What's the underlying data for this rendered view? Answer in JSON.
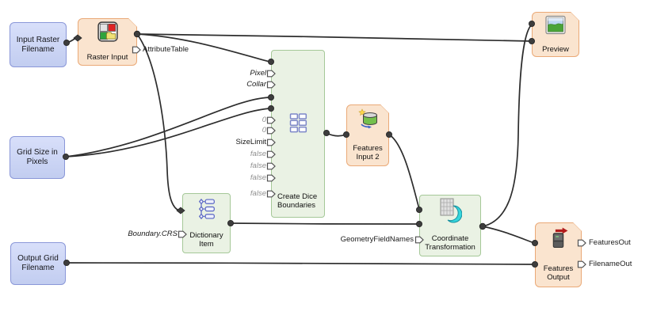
{
  "palette": {
    "source_box_fill": "#c9d3f2",
    "source_box_border": "#8a97d8",
    "io_node_fill": "#fae4cf",
    "io_node_border": "#eaa977",
    "transformer_node_fill": "#eaf2e4",
    "transformer_node_border": "#a5c898",
    "wire": "#2d2d2d"
  },
  "boxes": {
    "inputRasterFilename": {
      "label": "Input Raster\nFilename"
    },
    "gridSizeInPixels": {
      "label": "Grid Size in\nPixels"
    },
    "outputGridFilename": {
      "label": "Output Grid\nFilename"
    }
  },
  "nodes": {
    "rasterInput": {
      "caption": "Raster Input",
      "ports": {
        "attributeTable": "AttributeTable"
      }
    },
    "createDiceBoundaries": {
      "caption": "Create Dice\nBoundaries",
      "ports": {
        "pixel": "Pixel",
        "collar": "Collar",
        "zeroA": "0",
        "zeroB": "0",
        "sizeLimit": "SizeLimit",
        "falseA": "false",
        "falseB": "false",
        "falseC": "false",
        "falseD": "false"
      }
    },
    "featuresInput2": {
      "caption": "Features\nInput 2"
    },
    "dictionaryItem": {
      "caption": "Dictionary\nItem",
      "ports": {
        "boundaryCrs": "Boundary.CRS"
      }
    },
    "coordinateTransformation": {
      "caption": "Coordinate\nTransformation",
      "ports": {
        "geometryFieldNames": "GeometryFieldNames"
      }
    },
    "preview": {
      "caption": "Preview"
    },
    "featuresOutput": {
      "caption": "Features\nOutput",
      "ports": {
        "featuresOut": "FeaturesOut",
        "filenameOut": "FilenameOut"
      }
    }
  }
}
